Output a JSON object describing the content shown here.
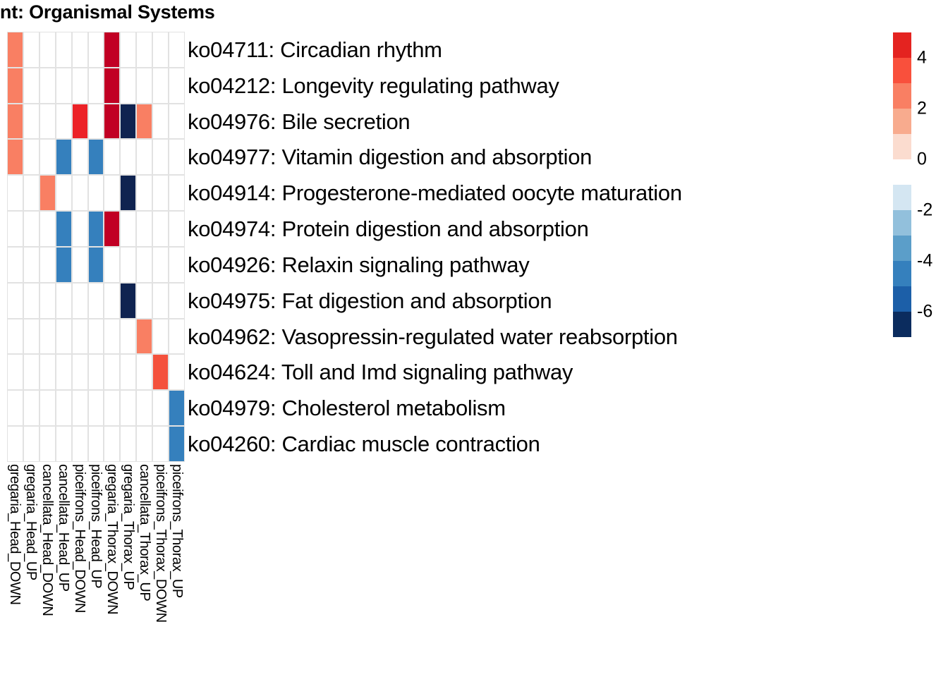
{
  "title": "hment: Organismal Systems",
  "chart_data": {
    "type": "heatmap",
    "title": "hment: Organismal Systems",
    "xlabel": "",
    "ylabel": "",
    "grid": true,
    "legend_position": "right",
    "colorbar": {
      "label": "",
      "ticks": [
        "4",
        "2",
        "0",
        "-2",
        "-4",
        "-6"
      ],
      "tick_values": [
        4,
        2,
        0,
        -2,
        -4,
        -6
      ],
      "range": [
        -7,
        5
      ],
      "positive_colors": [
        "#e42320",
        "#f9503c",
        "#f97f63",
        "#f8ab8e",
        "#fbdccf"
      ],
      "negative_colors": [
        "#d4e6f2",
        "#92c0dc",
        "#5b9ec9",
        "#3580bd",
        "#1c5fa8",
        "#0b2c5e"
      ],
      "zero_color": "#ffffff"
    },
    "categories": [
      "gregaria_Head_DOWN",
      "gregaria_Head_UP",
      "cancellata_Head_DOWN",
      "cancellata_Head_UP",
      "piceifrons_Head_DOWN",
      "piceifrons_Head_UP",
      "gregaria_Thorax_DOWN",
      "gregaria_Thorax_UP",
      "cancellata_Thorax_UP",
      "piceifrons_Thorax_DOWN",
      "piceifrons_Thorax_UP"
    ],
    "rows": [
      "ko04711: Circadian rhythm",
      "ko04212: Longevity regulating pathway",
      "ko04976: Bile secretion",
      "ko04977: Vitamin digestion and absorption",
      "ko04914: Progesterone-mediated oocyte maturation",
      "ko04974: Protein digestion and absorption",
      "ko04926: Relaxin signaling pathway",
      "ko04975: Fat digestion and absorption",
      "ko04962: Vasopressin-regulated water reabsorption",
      "ko04624: Toll and Imd signaling pathway",
      "ko04979: Cholesterol metabolism",
      "ko04260: Cardiac muscle contraction"
    ],
    "cell_colors": [
      [
        "#f97f63",
        "#ffffff",
        "#ffffff",
        "#ffffff",
        "#ffffff",
        "#ffffff",
        "#c10024",
        "#ffffff",
        "#ffffff",
        "#ffffff",
        "#ffffff"
      ],
      [
        "#f97f63",
        "#ffffff",
        "#ffffff",
        "#ffffff",
        "#ffffff",
        "#ffffff",
        "#c10024",
        "#ffffff",
        "#ffffff",
        "#ffffff",
        "#ffffff"
      ],
      [
        "#f97f63",
        "#ffffff",
        "#ffffff",
        "#ffffff",
        "#ec2227",
        "#ffffff",
        "#c10024",
        "#0f2350",
        "#f97f63",
        "#ffffff",
        "#ffffff"
      ],
      [
        "#f97f63",
        "#ffffff",
        "#ffffff",
        "#3580bd",
        "#ffffff",
        "#3580bd",
        "#ffffff",
        "#ffffff",
        "#ffffff",
        "#ffffff",
        "#ffffff"
      ],
      [
        "#ffffff",
        "#ffffff",
        "#f97f63",
        "#ffffff",
        "#ffffff",
        "#ffffff",
        "#ffffff",
        "#0f2350",
        "#ffffff",
        "#ffffff",
        "#ffffff"
      ],
      [
        "#ffffff",
        "#ffffff",
        "#ffffff",
        "#3580bd",
        "#ffffff",
        "#3580bd",
        "#c10024",
        "#ffffff",
        "#ffffff",
        "#ffffff",
        "#ffffff"
      ],
      [
        "#ffffff",
        "#ffffff",
        "#ffffff",
        "#3580bd",
        "#ffffff",
        "#3580bd",
        "#ffffff",
        "#ffffff",
        "#ffffff",
        "#ffffff",
        "#ffffff"
      ],
      [
        "#ffffff",
        "#ffffff",
        "#ffffff",
        "#ffffff",
        "#ffffff",
        "#ffffff",
        "#ffffff",
        "#0f2350",
        "#ffffff",
        "#ffffff",
        "#ffffff"
      ],
      [
        "#ffffff",
        "#ffffff",
        "#ffffff",
        "#ffffff",
        "#ffffff",
        "#ffffff",
        "#ffffff",
        "#ffffff",
        "#f97f63",
        "#ffffff",
        "#ffffff"
      ],
      [
        "#ffffff",
        "#ffffff",
        "#ffffff",
        "#ffffff",
        "#ffffff",
        "#ffffff",
        "#ffffff",
        "#ffffff",
        "#ffffff",
        "#f4513c",
        "#ffffff"
      ],
      [
        "#ffffff",
        "#ffffff",
        "#ffffff",
        "#ffffff",
        "#ffffff",
        "#ffffff",
        "#ffffff",
        "#ffffff",
        "#ffffff",
        "#ffffff",
        "#3580bd"
      ],
      [
        "#ffffff",
        "#ffffff",
        "#ffffff",
        "#ffffff",
        "#ffffff",
        "#ffffff",
        "#ffffff",
        "#ffffff",
        "#ffffff",
        "#ffffff",
        "#3580bd"
      ]
    ],
    "values": [
      [
        2.6,
        0,
        0,
        0,
        0,
        0,
        5.0,
        0,
        0,
        0,
        0
      ],
      [
        2.6,
        0,
        0,
        0,
        0,
        0,
        5.0,
        0,
        0,
        0,
        0
      ],
      [
        2.6,
        0,
        0,
        0,
        4.4,
        0,
        5.0,
        -6.5,
        2.6,
        0,
        0
      ],
      [
        2.6,
        0,
        0,
        -4.0,
        0,
        -4.0,
        0,
        0,
        0,
        0,
        0
      ],
      [
        0,
        0,
        2.6,
        0,
        0,
        0,
        0,
        -6.5,
        0,
        0,
        0
      ],
      [
        0,
        0,
        0,
        -4.0,
        0,
        -4.0,
        5.0,
        0,
        0,
        0,
        0
      ],
      [
        0,
        0,
        0,
        -4.0,
        0,
        -4.0,
        0,
        0,
        0,
        0,
        0
      ],
      [
        0,
        0,
        0,
        0,
        0,
        0,
        0,
        -6.5,
        0,
        0,
        0
      ],
      [
        0,
        0,
        0,
        0,
        0,
        0,
        0,
        0,
        2.6,
        0,
        0
      ],
      [
        0,
        0,
        0,
        0,
        0,
        0,
        0,
        0,
        0,
        3.8,
        0
      ],
      [
        0,
        0,
        0,
        0,
        0,
        0,
        0,
        0,
        0,
        0,
        -4.0
      ],
      [
        0,
        0,
        0,
        0,
        0,
        0,
        0,
        0,
        0,
        0,
        -4.0
      ]
    ]
  }
}
